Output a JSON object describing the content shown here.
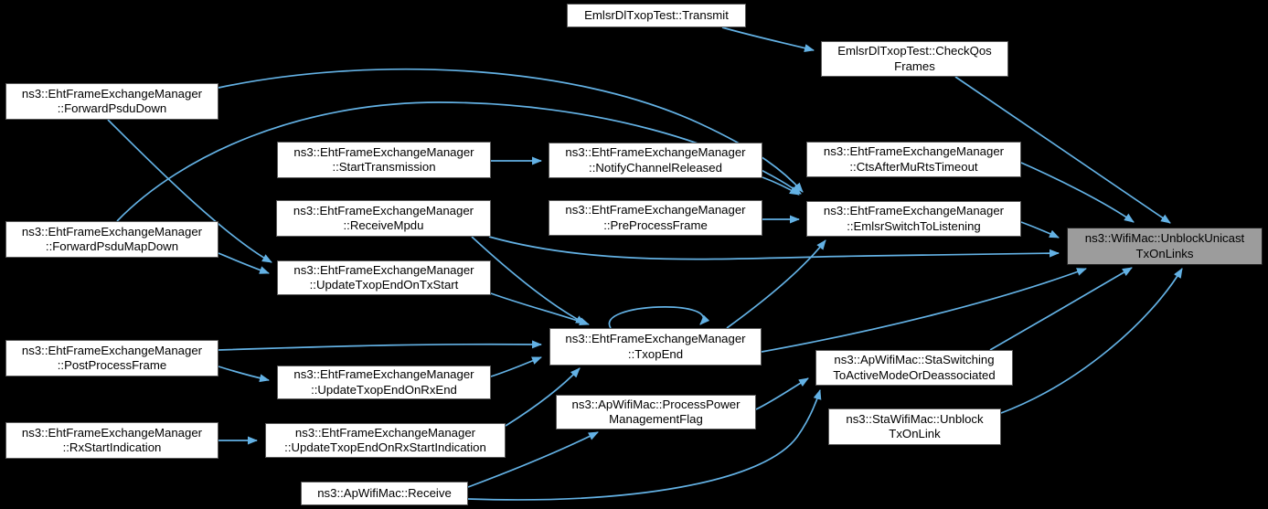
{
  "diagram": {
    "type": "doxygen-caller-graph",
    "target_function": "ns3::WifiMac::UnblockUnicastTxOnLinks",
    "colors": {
      "background": "#000000",
      "edge": "#63b1e4",
      "node_fill": "#ffffff",
      "node_border": "#5b5b5b",
      "target_fill": "#9c9c9c",
      "target_border": "#222222",
      "text": "#000000"
    },
    "nodes": [
      {
        "id": "transmit",
        "label": "EmlsrDlTxopTest::Transmit"
      },
      {
        "id": "checkqos",
        "label": "EmlsrDlTxopTest::CheckQos\nFrames"
      },
      {
        "id": "forward-psdu-down",
        "label": "ns3::EhtFrameExchangeManager\n::ForwardPsduDown"
      },
      {
        "id": "start-transmission",
        "label": "ns3::EhtFrameExchangeManager\n::StartTransmission"
      },
      {
        "id": "notify-channel-released",
        "label": "ns3::EhtFrameExchangeManager\n::NotifyChannelReleased"
      },
      {
        "id": "cts-after-mu-rts-timeout",
        "label": "ns3::EhtFrameExchangeManager\n::CtsAfterMuRtsTimeout"
      },
      {
        "id": "receive-mpdu",
        "label": "ns3::EhtFrameExchangeManager\n::ReceiveMpdu"
      },
      {
        "id": "pre-process-frame",
        "label": "ns3::EhtFrameExchangeManager\n::PreProcessFrame"
      },
      {
        "id": "emlsr-switch-to-listening",
        "label": "ns3::EhtFrameExchangeManager\n::EmlsrSwitchToListening"
      },
      {
        "id": "unblock-unicast-tx-on-links",
        "label": "ns3::WifiMac::UnblockUnicast\nTxOnLinks"
      },
      {
        "id": "forward-psdu-map-down",
        "label": "ns3::EhtFrameExchangeManager\n::ForwardPsduMapDown"
      },
      {
        "id": "update-txop-end-on-tx-start",
        "label": "ns3::EhtFrameExchangeManager\n::UpdateTxopEndOnTxStart"
      },
      {
        "id": "txop-end",
        "label": "ns3::EhtFrameExchangeManager\n::TxopEnd"
      },
      {
        "id": "post-process-frame",
        "label": "ns3::EhtFrameExchangeManager\n::PostProcessFrame"
      },
      {
        "id": "update-txop-end-on-rx-end",
        "label": "ns3::EhtFrameExchangeManager\n::UpdateTxopEndOnRxEnd"
      },
      {
        "id": "sta-switching-to-active-mode-or-deassociated",
        "label": "ns3::ApWifiMac::StaSwitching\nToActiveModeOrDeassociated"
      },
      {
        "id": "process-power-management-flag",
        "label": "ns3::ApWifiMac::ProcessPower\nManagementFlag"
      },
      {
        "id": "sta-unblock-tx-on-link",
        "label": "ns3::StaWifiMac::Unblock\nTxOnLink"
      },
      {
        "id": "rx-start-indication",
        "label": "ns3::EhtFrameExchangeManager\n::RxStartIndication"
      },
      {
        "id": "update-txop-end-on-rx-start-indication",
        "label": "ns3::EhtFrameExchangeManager\n::UpdateTxopEndOnRxStartIndication"
      },
      {
        "id": "ap-receive",
        "label": "ns3::ApWifiMac::Receive"
      }
    ],
    "edges": [
      {
        "from": "transmit",
        "to": "checkqos"
      },
      {
        "from": "checkqos",
        "to": "unblock-unicast-tx-on-links"
      },
      {
        "from": "forward-psdu-down",
        "to": "emlsr-switch-to-listening"
      },
      {
        "from": "forward-psdu-down",
        "to": "update-txop-end-on-tx-start"
      },
      {
        "from": "forward-psdu-map-down",
        "to": "emlsr-switch-to-listening"
      },
      {
        "from": "forward-psdu-map-down",
        "to": "update-txop-end-on-tx-start"
      },
      {
        "from": "start-transmission",
        "to": "notify-channel-released"
      },
      {
        "from": "notify-channel-released",
        "to": "emlsr-switch-to-listening"
      },
      {
        "from": "pre-process-frame",
        "to": "emlsr-switch-to-listening"
      },
      {
        "from": "receive-mpdu",
        "to": "txop-end"
      },
      {
        "from": "receive-mpdu",
        "to": "unblock-unicast-tx-on-links"
      },
      {
        "from": "cts-after-mu-rts-timeout",
        "to": "unblock-unicast-tx-on-links"
      },
      {
        "from": "emlsr-switch-to-listening",
        "to": "unblock-unicast-tx-on-links"
      },
      {
        "from": "update-txop-end-on-tx-start",
        "to": "txop-end"
      },
      {
        "from": "post-process-frame",
        "to": "txop-end"
      },
      {
        "from": "post-process-frame",
        "to": "update-txop-end-on-rx-end"
      },
      {
        "from": "update-txop-end-on-rx-end",
        "to": "txop-end"
      },
      {
        "from": "rx-start-indication",
        "to": "update-txop-end-on-rx-start-indication"
      },
      {
        "from": "update-txop-end-on-rx-start-indication",
        "to": "txop-end"
      },
      {
        "from": "txop-end",
        "to": "txop-end"
      },
      {
        "from": "txop-end",
        "to": "emlsr-switch-to-listening"
      },
      {
        "from": "txop-end",
        "to": "unblock-unicast-tx-on-links"
      },
      {
        "from": "process-power-management-flag",
        "to": "sta-switching-to-active-mode-or-deassociated"
      },
      {
        "from": "ap-receive",
        "to": "process-power-management-flag"
      },
      {
        "from": "ap-receive",
        "to": "sta-switching-to-active-mode-or-deassociated"
      },
      {
        "from": "sta-switching-to-active-mode-or-deassociated",
        "to": "unblock-unicast-tx-on-links"
      },
      {
        "from": "sta-unblock-tx-on-link",
        "to": "unblock-unicast-tx-on-links"
      }
    ]
  }
}
